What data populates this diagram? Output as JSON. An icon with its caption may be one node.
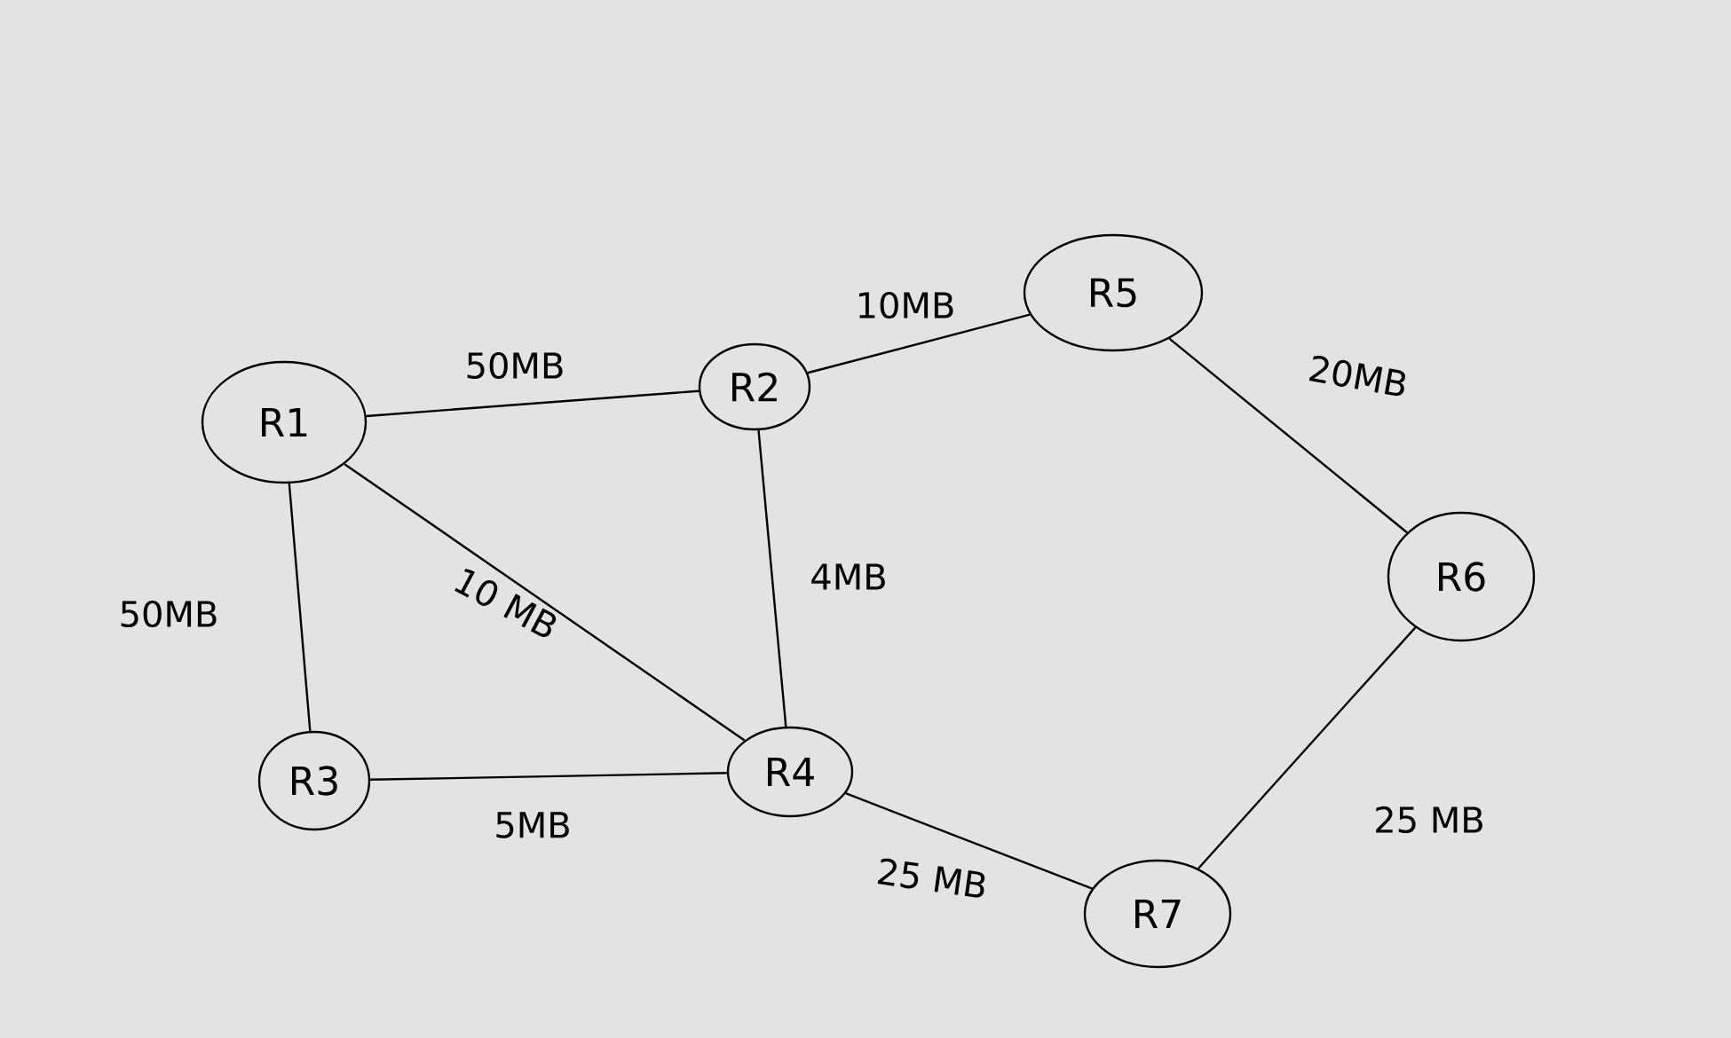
{
  "diagram": {
    "nodes": [
      {
        "text": [
          "R1"
        ]
      },
      {
        "text": [
          "R2"
        ]
      },
      {
        "text": [
          "R3"
        ]
      },
      {
        "text": [
          "R4"
        ]
      },
      {
        "text": [
          "R5"
        ]
      },
      {
        "text": [
          "R6"
        ]
      },
      {
        "text": [
          "R7"
        ]
      }
    ],
    "edges": [
      {
        "from": 0,
        "to": 1,
        "arrow": "none",
        "label": "50MB"
      },
      {
        "from": 1,
        "to": 4,
        "arrow": "none",
        "label": "10MB"
      },
      {
        "from": 4,
        "to": 5,
        "arrow": "none",
        "label": "20MB"
      },
      {
        "from": 0,
        "to": 2,
        "arrow": "none",
        "label": "50MB"
      },
      {
        "from": 0,
        "to": 3,
        "arrow": "none",
        "label": "10 MB"
      },
      {
        "from": 1,
        "to": 3,
        "arrow": "none",
        "label": "4MB"
      },
      {
        "from": 2,
        "to": 3,
        "arrow": "none",
        "label": "5MB"
      },
      {
        "from": 3,
        "to": 6,
        "arrow": "none",
        "label": "25 MB"
      },
      {
        "from": 5,
        "to": 6,
        "arrow": "none",
        "label": "25 MB"
      }
    ]
  }
}
